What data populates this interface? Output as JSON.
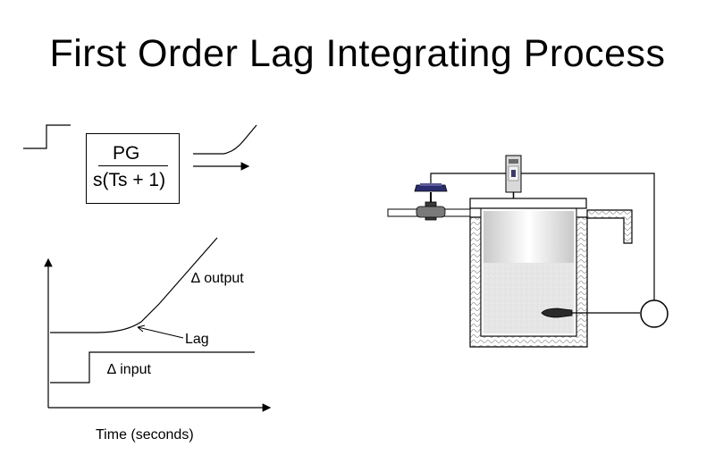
{
  "title": "First Order Lag Integrating Process",
  "transfer_function": {
    "numerator": "PG",
    "denominator": "s(Ts + 1)"
  },
  "response_plot": {
    "output_label": "∆ output",
    "lag_label": "Lag",
    "input_label": "∆ input",
    "x_axis_label": "Time (seconds)"
  },
  "colors": {
    "line": "#000000",
    "actuator": "#2b2e6e",
    "liquid": "#e8e8e8",
    "transmitter": "#d9d9d9"
  }
}
